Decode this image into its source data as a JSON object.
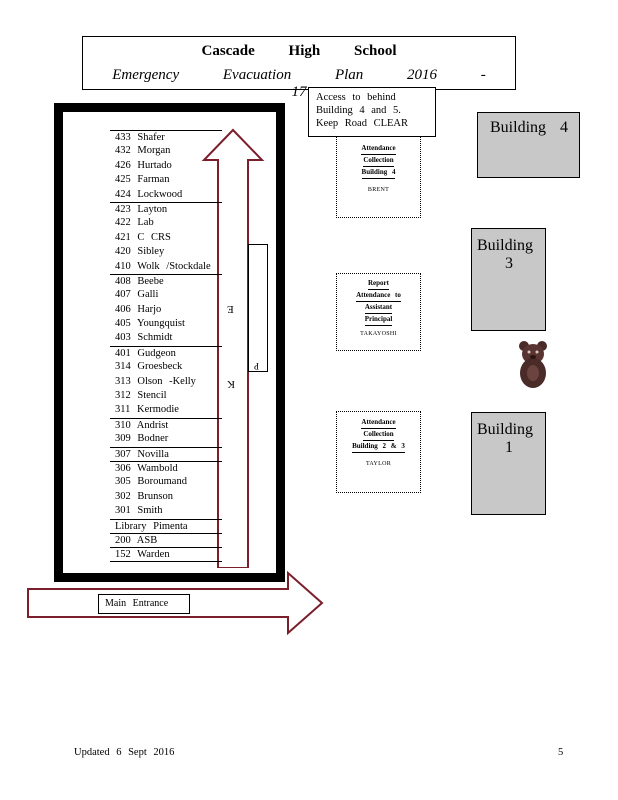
{
  "title": {
    "line1": "Cascade High School",
    "line2": "Emergency Evacuation Plan 2016 - 17"
  },
  "access_note": {
    "lines": [
      "Access to behind",
      "Building 4 and 5.",
      "Keep Road CLEAR"
    ]
  },
  "rooms": [
    "433 Shafer",
    "432 Morgan",
    "426 Hurtado",
    "425 Farman",
    "424 Lockwood",
    "423 Layton",
    "422 Lab",
    "421 C CRS",
    "420 Sibley",
    "410 Wolk /Stockdale",
    "408 Beebe",
    "407 Galli",
    "406 Harjo",
    "405 Youngquist",
    "403 Schmidt",
    "401 Gudgeon",
    "314 Groesbeck",
    "313 Olson -Kelly",
    "312 Stencil",
    "311 Kermodie",
    "310 Andrist",
    "309 Bodner",
    "307 Novilla",
    "306 Wambold",
    "305 Boroumand",
    "302 Brunson",
    "301 Smith",
    "Library Pimenta",
    "200 ASB",
    "152 Warden"
  ],
  "hall_glyphs": {
    "upper": "E",
    "lower": "K",
    "side": "P"
  },
  "stations": {
    "top": {
      "lines": [
        "Attendance",
        "Collection",
        "Building 4"
      ],
      "name": "BRENT"
    },
    "middle": {
      "lines": [
        "Report",
        "Attendance to",
        "Assistant",
        "Principal"
      ],
      "name": "TAKAYOSHI"
    },
    "bottom": {
      "lines": [
        "Attendance",
        "Collection",
        "Building 2 & 3"
      ],
      "name": "TAYLOR"
    }
  },
  "buildings": {
    "b4": {
      "label": "Building 4"
    },
    "b3": {
      "line1": "Building",
      "line2": "3"
    },
    "b1": {
      "line1": "Building",
      "line2": "1"
    }
  },
  "entrance": {
    "label": "Main Entrance"
  },
  "footer": {
    "updated": "Updated 6 Sept 2016",
    "page": "5"
  },
  "colors": {
    "arrow_stroke": "#7a1f2b",
    "building_fill": "#c8c8c8",
    "bear": "#4a2b28"
  }
}
